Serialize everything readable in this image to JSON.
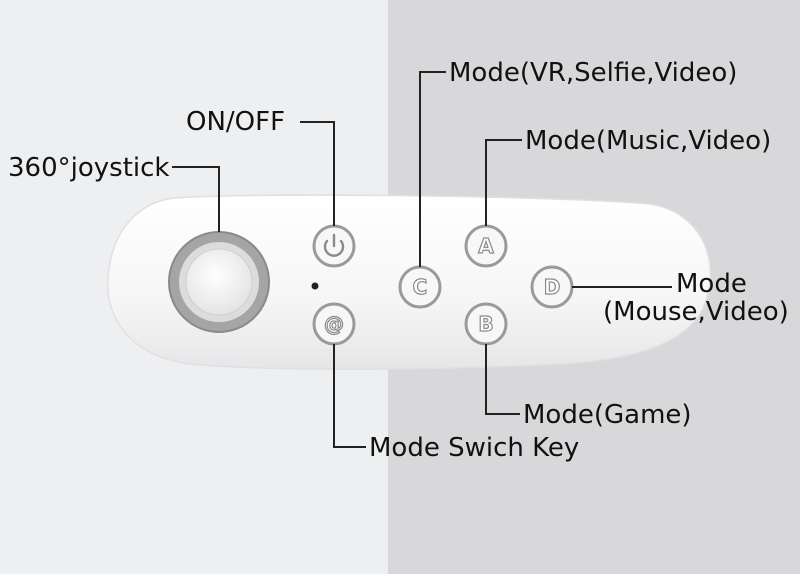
{
  "labels": {
    "joystick": "360°joystick",
    "power": "ON/OFF",
    "mode_c": "Mode(VR,Selfie,Video)",
    "mode_a": "Mode(Music,Video)",
    "mode_d_line1": "Mode",
    "mode_d_line2": "(Mouse,Video)",
    "mode_b": "Mode(Game)",
    "mode_switch": "Mode Swich Key"
  },
  "buttons": {
    "a": "A",
    "b": "B",
    "c": "C",
    "d": "D",
    "switch": "@"
  },
  "colors": {
    "background_left": "#eeeff1",
    "background_right": "#d8d8da",
    "remote_body": "#f8f8f9",
    "joystick_ring": "#8e8e8e",
    "text": "#111111"
  },
  "icons": [
    "power-icon"
  ]
}
